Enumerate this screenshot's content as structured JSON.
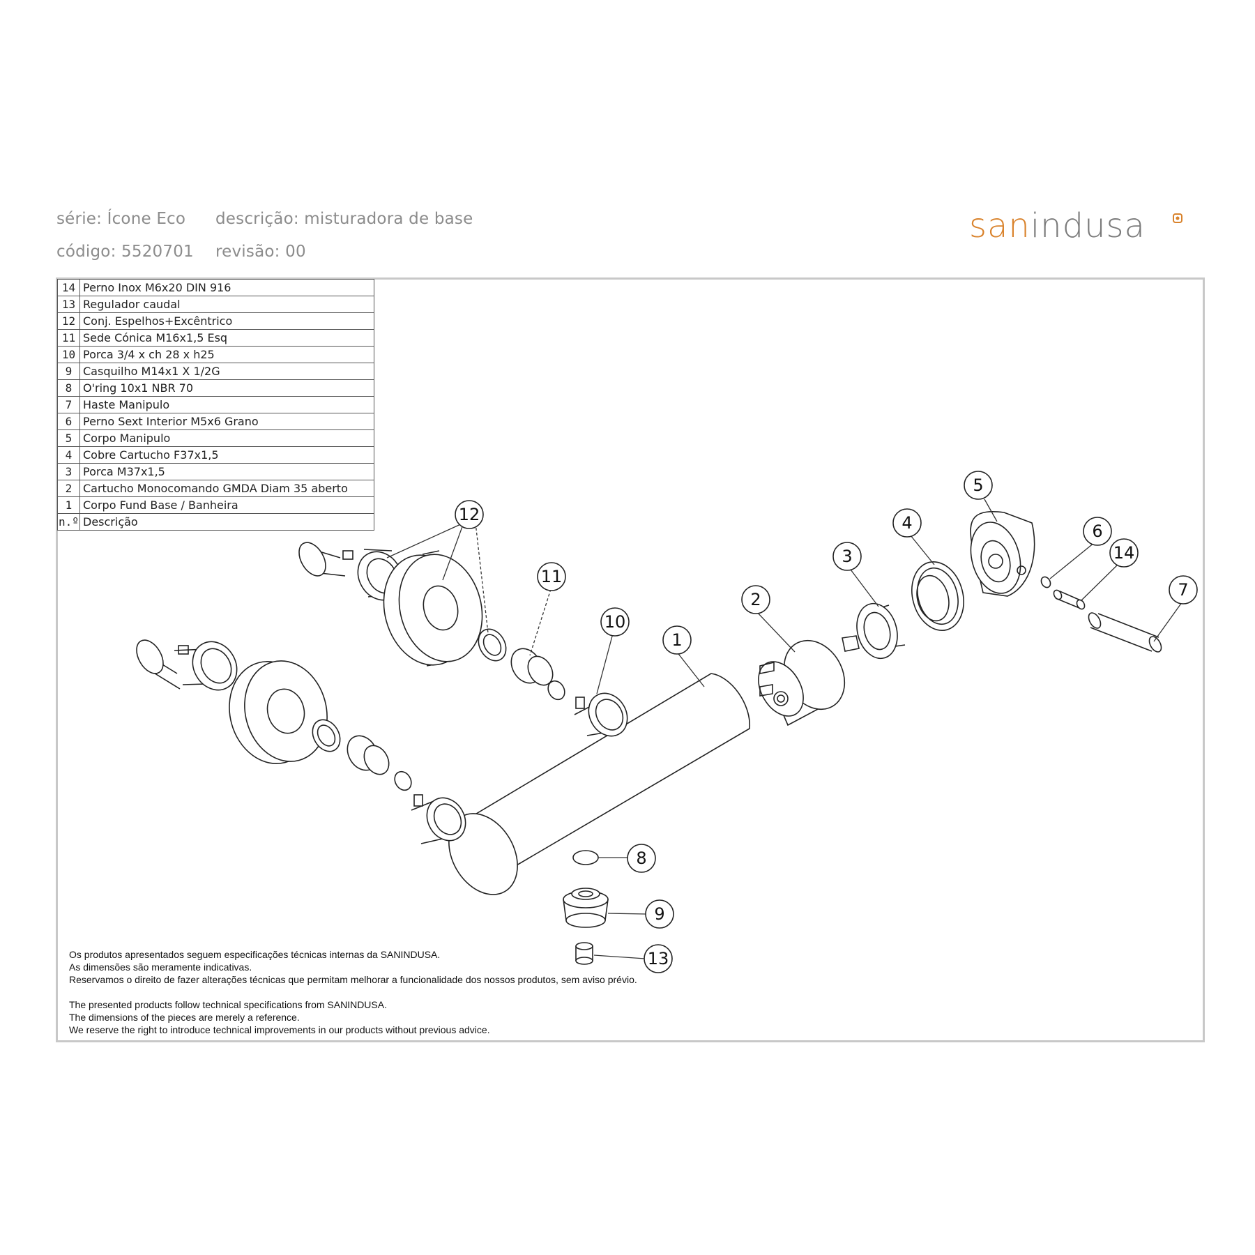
{
  "header": {
    "serie": "série: Ícone Eco",
    "descricao": "descrição: misturadora de base",
    "codigo": "código: 5520701",
    "revisao": "revisão: 00"
  },
  "logo": {
    "part1": "san",
    "part2": "indusa",
    "color_accent": "#d9822b",
    "color_text": "#7a7a7a"
  },
  "parts_table": {
    "rows": [
      {
        "no": "14",
        "desc": "Perno Inox M6x20 DIN 916"
      },
      {
        "no": "13",
        "desc": "Regulador caudal"
      },
      {
        "no": "12",
        "desc": "Conj. Espelhos+Excêntrico"
      },
      {
        "no": "11",
        "desc": "Sede Cónica M16x1,5 Esq"
      },
      {
        "no": "10",
        "desc": "Porca 3/4 x ch 28 x h25"
      },
      {
        "no": "9",
        "desc": "Casquilho M14x1 X 1/2G"
      },
      {
        "no": "8",
        "desc": "O'ring 10x1 NBR 70"
      },
      {
        "no": "7",
        "desc": "Haste Manipulo"
      },
      {
        "no": "6",
        "desc": "Perno Sext Interior M5x6 Grano"
      },
      {
        "no": "5",
        "desc": "Corpo Manipulo"
      },
      {
        "no": "4",
        "desc": "Cobre Cartucho F37x1,5"
      },
      {
        "no": "3",
        "desc": "Porca M37x1,5"
      },
      {
        "no": "2",
        "desc": "Cartucho Monocomando GMDA Diam 35 aberto"
      },
      {
        "no": "1",
        "desc": "Corpo Fund Base / Banheira"
      },
      {
        "no": "n.º",
        "desc": "Descrição"
      }
    ]
  },
  "callouts": [
    "1",
    "2",
    "3",
    "4",
    "5",
    "6",
    "7",
    "8",
    "9",
    "10",
    "11",
    "12",
    "13",
    "14"
  ],
  "notes_pt": [
    "Os produtos apresentados seguem especificações técnicas internas da SANINDUSA.",
    "As dimensões são meramente indicativas.",
    "Reservamos o direito de fazer alterações técnicas que permitam melhorar a funcionalidade dos nossos produtos, sem aviso prévio."
  ],
  "notes_en": [
    "The presented products follow technical specifications from SANINDUSA.",
    "The dimensions of the pieces are merely a reference.",
    "We reserve the right to introduce technical improvements in our products without previous advice."
  ]
}
